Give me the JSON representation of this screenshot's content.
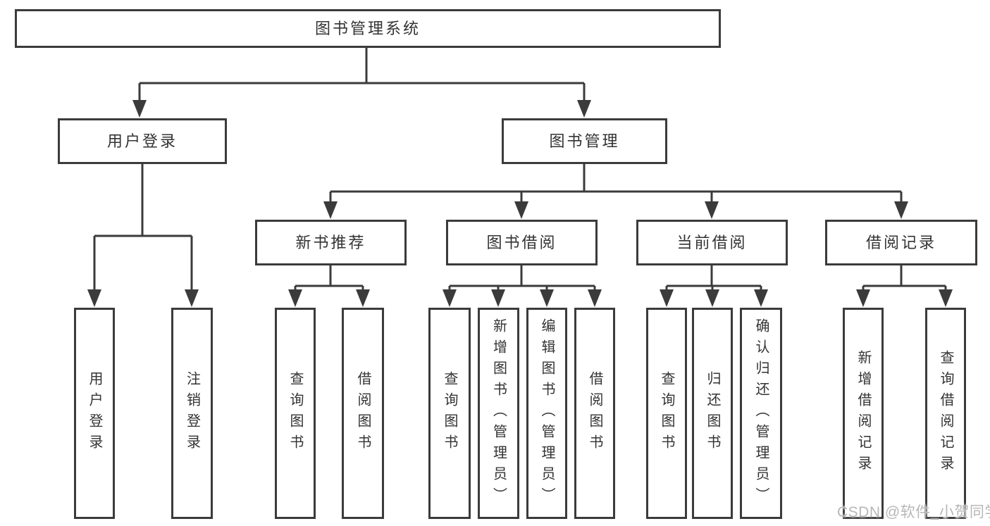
{
  "diagram_title": "图书管理系统",
  "nodes": {
    "root": "图书管理系统",
    "user_login": "用户登录",
    "book_mgmt": "图书管理",
    "new_books": "新书推荐",
    "book_borrow": "图书借阅",
    "current_borrow": "当前借阅",
    "borrow_records": "借阅记录",
    "ul_login": "用户登录",
    "ul_logout": "注销登录",
    "nb_query": "查询图书",
    "nb_borrow": "借阅图书",
    "bb_query": "查询图书",
    "bb_add": "新增图书（管理员）",
    "bb_edit": "编辑图书（管理员）",
    "bb_borrow": "借阅图书",
    "cb_query": "查询图书",
    "cb_return": "归还图书",
    "cb_confirm": "确认归还（管理员）",
    "br_add": "新增借阅记录",
    "br_query": "查询借阅记录"
  },
  "watermark": "CSDN @软件_小贺同学",
  "colors": {
    "line": "#3b3b3b",
    "box_fill": "#ffffff",
    "text": "#333333",
    "watermark": "#b7b7b7",
    "background": "#ffffff"
  }
}
